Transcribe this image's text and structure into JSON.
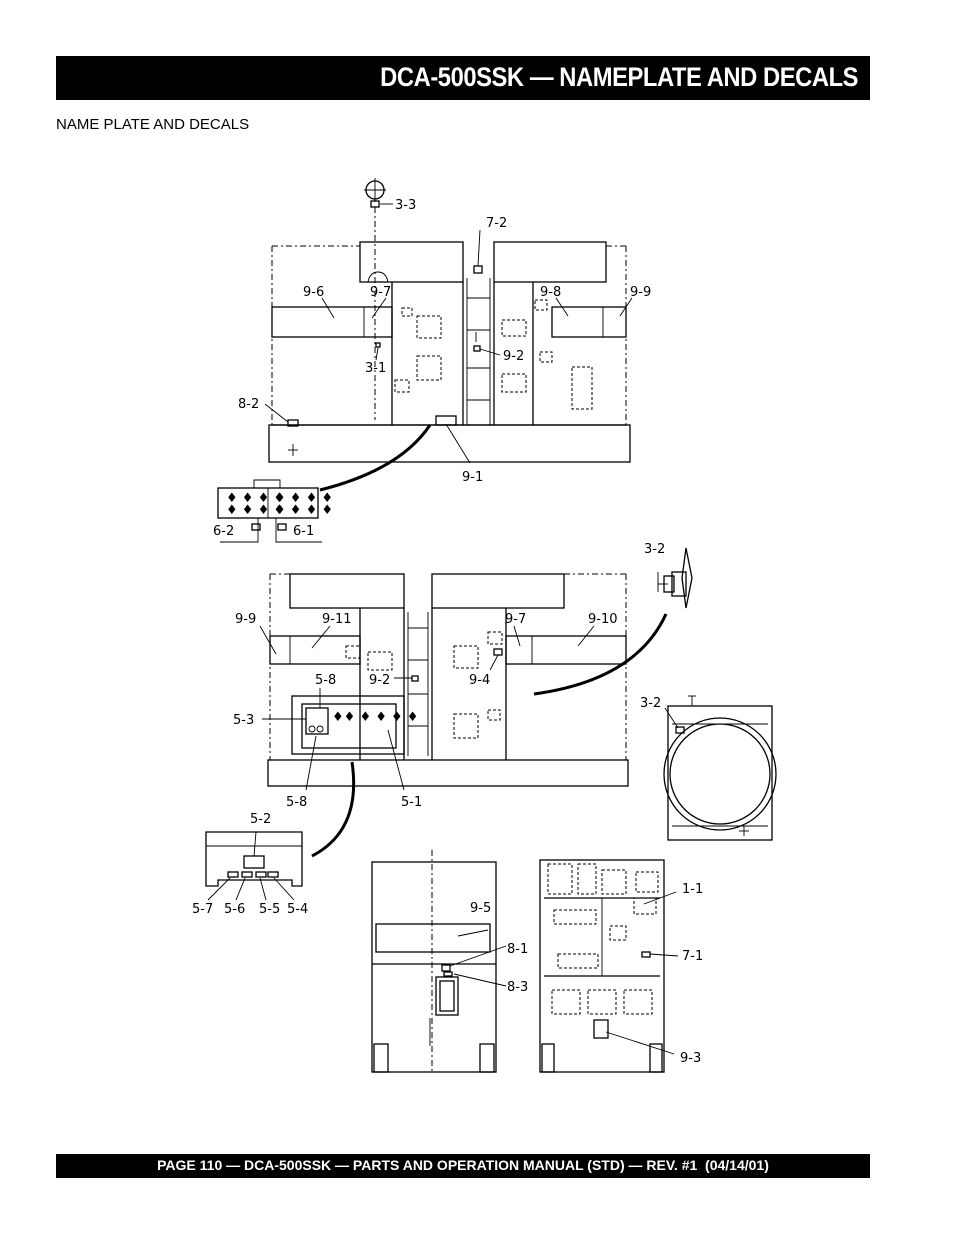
{
  "header": {
    "title": "DCA-500SSK — NAMEPLATE AND DECALS"
  },
  "section": {
    "label": "NAME PLATE AND DECALS"
  },
  "callouts": {
    "c3_3": "3-3",
    "c7_2": "7-2",
    "c9_6_top": "9-6",
    "c9_7_top": "9-7",
    "c9_8": "9-8",
    "c9_9_top": "9-9",
    "c9_2_top": "9-2",
    "c3_1": "3-1",
    "c8_2": "8-2",
    "c9_1": "9-1",
    "c6_2": "6-2",
    "c6_1": "6-1",
    "c3_2_fan": "3-2",
    "c9_9_mid": "9-9",
    "c9_11": "9-11",
    "c9_7_mid": "9-7",
    "c9_10": "9-10",
    "c5_8_top": "5-8",
    "c9_2_mid": "9-2",
    "c9_4": "9-4",
    "c5_3": "5-3",
    "c3_2_end": "3-2",
    "c5_8_bottom": "5-8",
    "c5_1": "5-1",
    "c5_2": "5-2",
    "c5_7": "5-7",
    "c5_6": "5-6",
    "c5_5": "5-5",
    "c5_4": "5-4",
    "c9_5": "9-5",
    "c8_1": "8-1",
    "c8_3": "8-3",
    "c1_1": "1-1",
    "c7_1": "7-1",
    "c9_3": "9-3"
  },
  "footer": {
    "text": "PAGE 110 — DCA-500SSK — PARTS AND OPERATION MANUAL (STD) — REV. #1  (04/14/01)"
  }
}
